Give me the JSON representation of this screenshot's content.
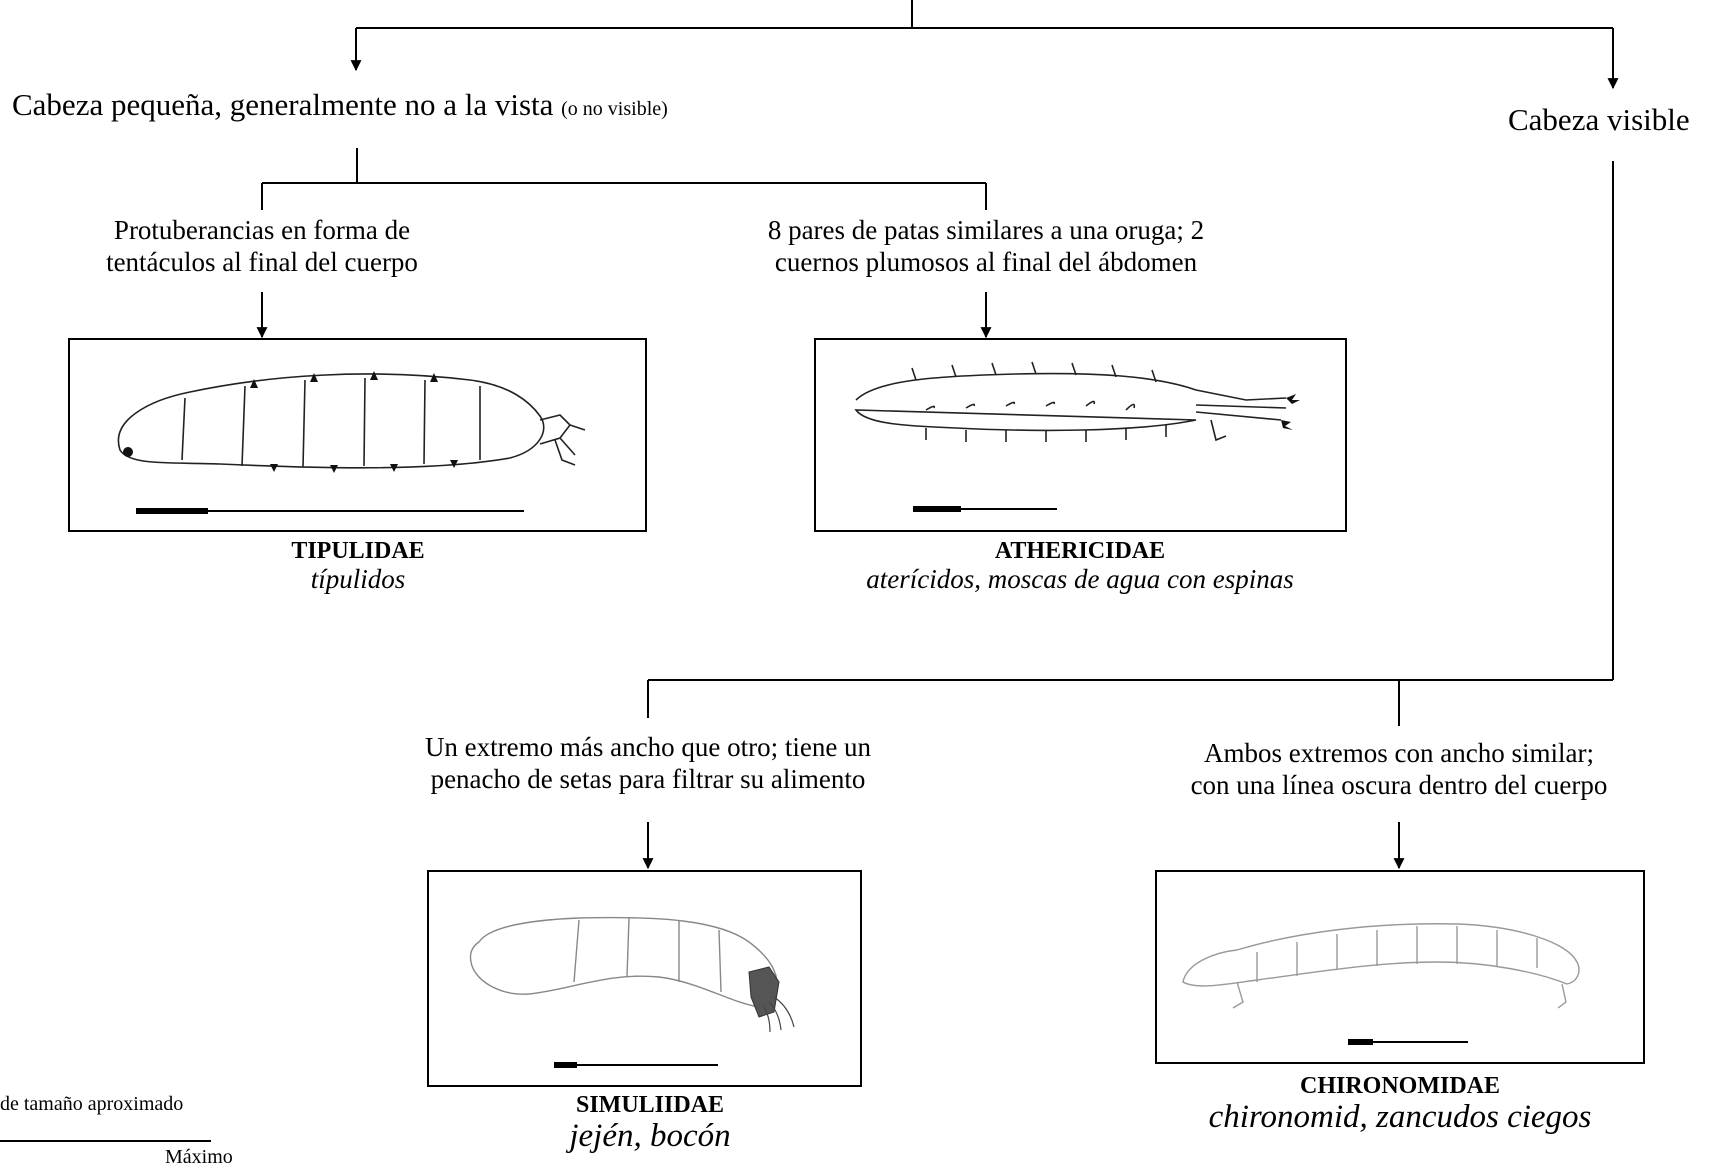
{
  "nodes": {
    "head_small": {
      "text": "Cabeza pequeña, generalmente no a la vista",
      "note": "(o no visible)"
    },
    "head_visible": {
      "text": "Cabeza visible"
    },
    "tentacles": {
      "line1": "Protuberancias en forma de",
      "line2": "tentáculos al final del cuerpo"
    },
    "eight_pairs": {
      "line1": "8 pares de patas similares a una oruga; 2",
      "line2": "cuernos plumosos al final del ábdomen"
    },
    "one_end": {
      "line1": "Un extremo más ancho que otro; tiene un",
      "line2": "penacho de setas para filtrar su alimento"
    },
    "both_ends": {
      "line1": "Ambos extremos con ancho similar;",
      "line2": "con una línea oscura dentro del cuerpo"
    }
  },
  "families": [
    {
      "name": "TIPULIDAE",
      "common": "típulidos"
    },
    {
      "name": "ATHERICIDAE",
      "common": "aterícidos, moscas de agua con espinas"
    },
    {
      "name": "SIMULIIDAE",
      "common": "jején, bocón"
    },
    {
      "name": "CHIRONOMIDAE",
      "common": "chironomid, zancudos ciegos"
    }
  ],
  "legend": {
    "title": "de tamaño aproximado",
    "max_label": "Máximo"
  }
}
